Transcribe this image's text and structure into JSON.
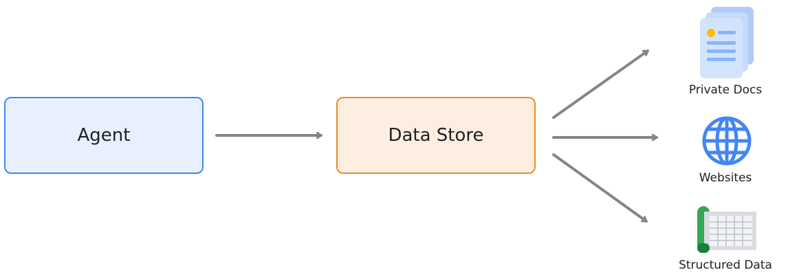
{
  "nodes": {
    "agent": {
      "label": "Agent"
    },
    "data_store": {
      "label": "Data Store"
    }
  },
  "sources": [
    {
      "label": "Private Docs",
      "icon": "document-icon"
    },
    {
      "label": "Websites",
      "icon": "globe-icon"
    },
    {
      "label": "Structured Data",
      "icon": "spreadsheet-icon"
    }
  ],
  "colors": {
    "agent_fill": "#e8f0fe",
    "agent_border": "#4285f4",
    "store_fill": "#fdeee1",
    "store_border": "#f08a24",
    "arrow": "#80868b"
  }
}
